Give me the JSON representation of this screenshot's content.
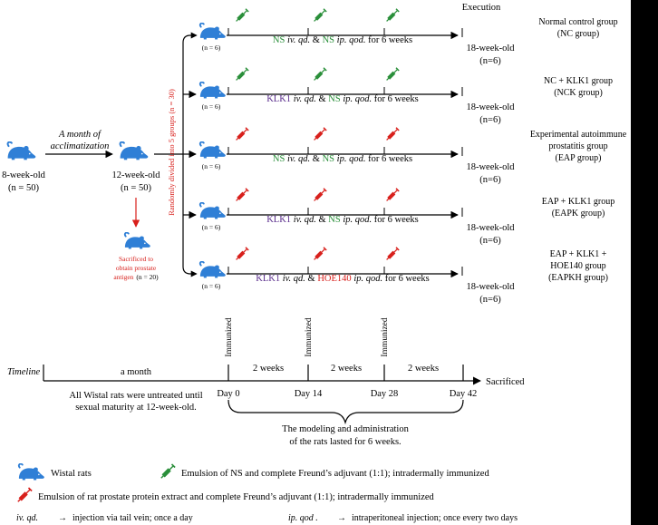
{
  "colors": {
    "rat": "#2f7fd6",
    "ns_syringe": "#2a8f3a",
    "eap_syringe": "#d8201c",
    "klk1": "#5a2d8c",
    "ns": "#2a8f3a",
    "hoe": "#d8201c",
    "divided_text": "#d8201c",
    "sacrificed_text": "#d8201c",
    "side_bar": "#000000"
  },
  "left": {
    "start_age": "8-week-old",
    "start_n": "(n = 50)",
    "acclim_line1": "A month of",
    "acclim_line2": "acclimatization",
    "mid_age": "12-week-old",
    "mid_n": "(n = 50)",
    "sac_line1": "Sacrificed to",
    "sac_line2": "obtain prostate",
    "sac_line3": "antigen",
    "sac_n": "(n = 20)",
    "divided": "Randomly divided into 5 groups (n = 30)"
  },
  "execution": "Execution",
  "groups": [
    {
      "n": "(n = 6)",
      "treatment": [
        {
          "text": "NS ",
          "color": "ns"
        },
        {
          "text": "iv. qd.",
          "italic": true
        },
        {
          "text": " & "
        },
        {
          "text": "NS ",
          "color": "ns"
        },
        {
          "text": "ip. qod.",
          "italic": true
        },
        {
          "text": " for 6 weeks"
        }
      ],
      "syringe": "ns",
      "end_age": "18-week-old",
      "end_n": "(n=6)",
      "name_lines": [
        "Normal control group",
        "(NC group)"
      ]
    },
    {
      "n": "(n = 6)",
      "treatment": [
        {
          "text": "KLK1 ",
          "color": "klk1"
        },
        {
          "text": "iv. qd.",
          "italic": true
        },
        {
          "text": " & "
        },
        {
          "text": "NS ",
          "color": "ns"
        },
        {
          "text": "ip. qod.",
          "italic": true
        },
        {
          "text": " for 6 weeks"
        }
      ],
      "syringe": "ns",
      "end_age": "18-week-old",
      "end_n": "(n=6)",
      "name_lines": [
        "NC + KLK1 group",
        "(NCK group)"
      ]
    },
    {
      "n": "(n = 6)",
      "treatment": [
        {
          "text": "NS ",
          "color": "ns"
        },
        {
          "text": "iv. qd.",
          "italic": true
        },
        {
          "text": " & "
        },
        {
          "text": "NS ",
          "color": "ns"
        },
        {
          "text": "ip. qod.",
          "italic": true
        },
        {
          "text": " for 6 weeks"
        }
      ],
      "syringe": "eap",
      "end_age": "18-week-old",
      "end_n": "(n=6)",
      "name_lines": [
        "Experimental autoimmune",
        "prostatitis group",
        "(EAP group)"
      ]
    },
    {
      "n": "(n = 6)",
      "treatment": [
        {
          "text": "KLK1 ",
          "color": "klk1"
        },
        {
          "text": "iv. qd.",
          "italic": true
        },
        {
          "text": " & "
        },
        {
          "text": "NS ",
          "color": "ns"
        },
        {
          "text": "ip. qod.",
          "italic": true
        },
        {
          "text": " for 6 weeks"
        }
      ],
      "syringe": "eap",
      "end_age": "18-week-old",
      "end_n": "(n=6)",
      "name_lines": [
        "EAP + KLK1 group",
        "(EAPK group)"
      ]
    },
    {
      "n": "(n = 6)",
      "treatment": [
        {
          "text": "KLK1 ",
          "color": "klk1"
        },
        {
          "text": "iv. qd.",
          "italic": true
        },
        {
          "text": " & "
        },
        {
          "text": "HOE140 ",
          "color": "hoe"
        },
        {
          "text": "ip. qod.",
          "italic": true
        },
        {
          "text": " for 6 weeks"
        }
      ],
      "syringe": "eap",
      "end_age": "18-week-old",
      "end_n": "(n=6)",
      "name_lines": [
        "EAP + KLK1 +",
        "HOE140 group",
        "(EAPKH group)"
      ]
    }
  ],
  "timeline": {
    "label": "Timeline",
    "month": "a month",
    "immunized": "Immunized",
    "weeks": [
      "2 weeks",
      "2 weeks",
      "2 weeks"
    ],
    "days": [
      "Day 0",
      "Day 14",
      "Day 28",
      "Day 42"
    ],
    "sacrificed": "Sacrificed",
    "untreated_line1": "All Wistal rats were untreated until",
    "untreated_line2": "sexual maturity at 12-week-old.",
    "modeling_line1": "The modeling and administration",
    "modeling_line2": "of the rats lasted for 6 weeks."
  },
  "legend": {
    "rats": "Wistal rats",
    "ns_emulsion": "Emulsion of NS and complete Freund’s adjuvant (1:1); intradermally immunized",
    "eap_emulsion": "Emulsion of rat prostate protein extract and complete Freund’s adjuvant (1:1); intradermally immunized",
    "ivqd_abbr": "iv. qd.",
    "ivqd_def": "injection via tail vein; once a day",
    "ipqod_abbr": "ip. qod .",
    "ipqod_def": "intraperitoneal injection; once every two days",
    "arrow": "→"
  }
}
